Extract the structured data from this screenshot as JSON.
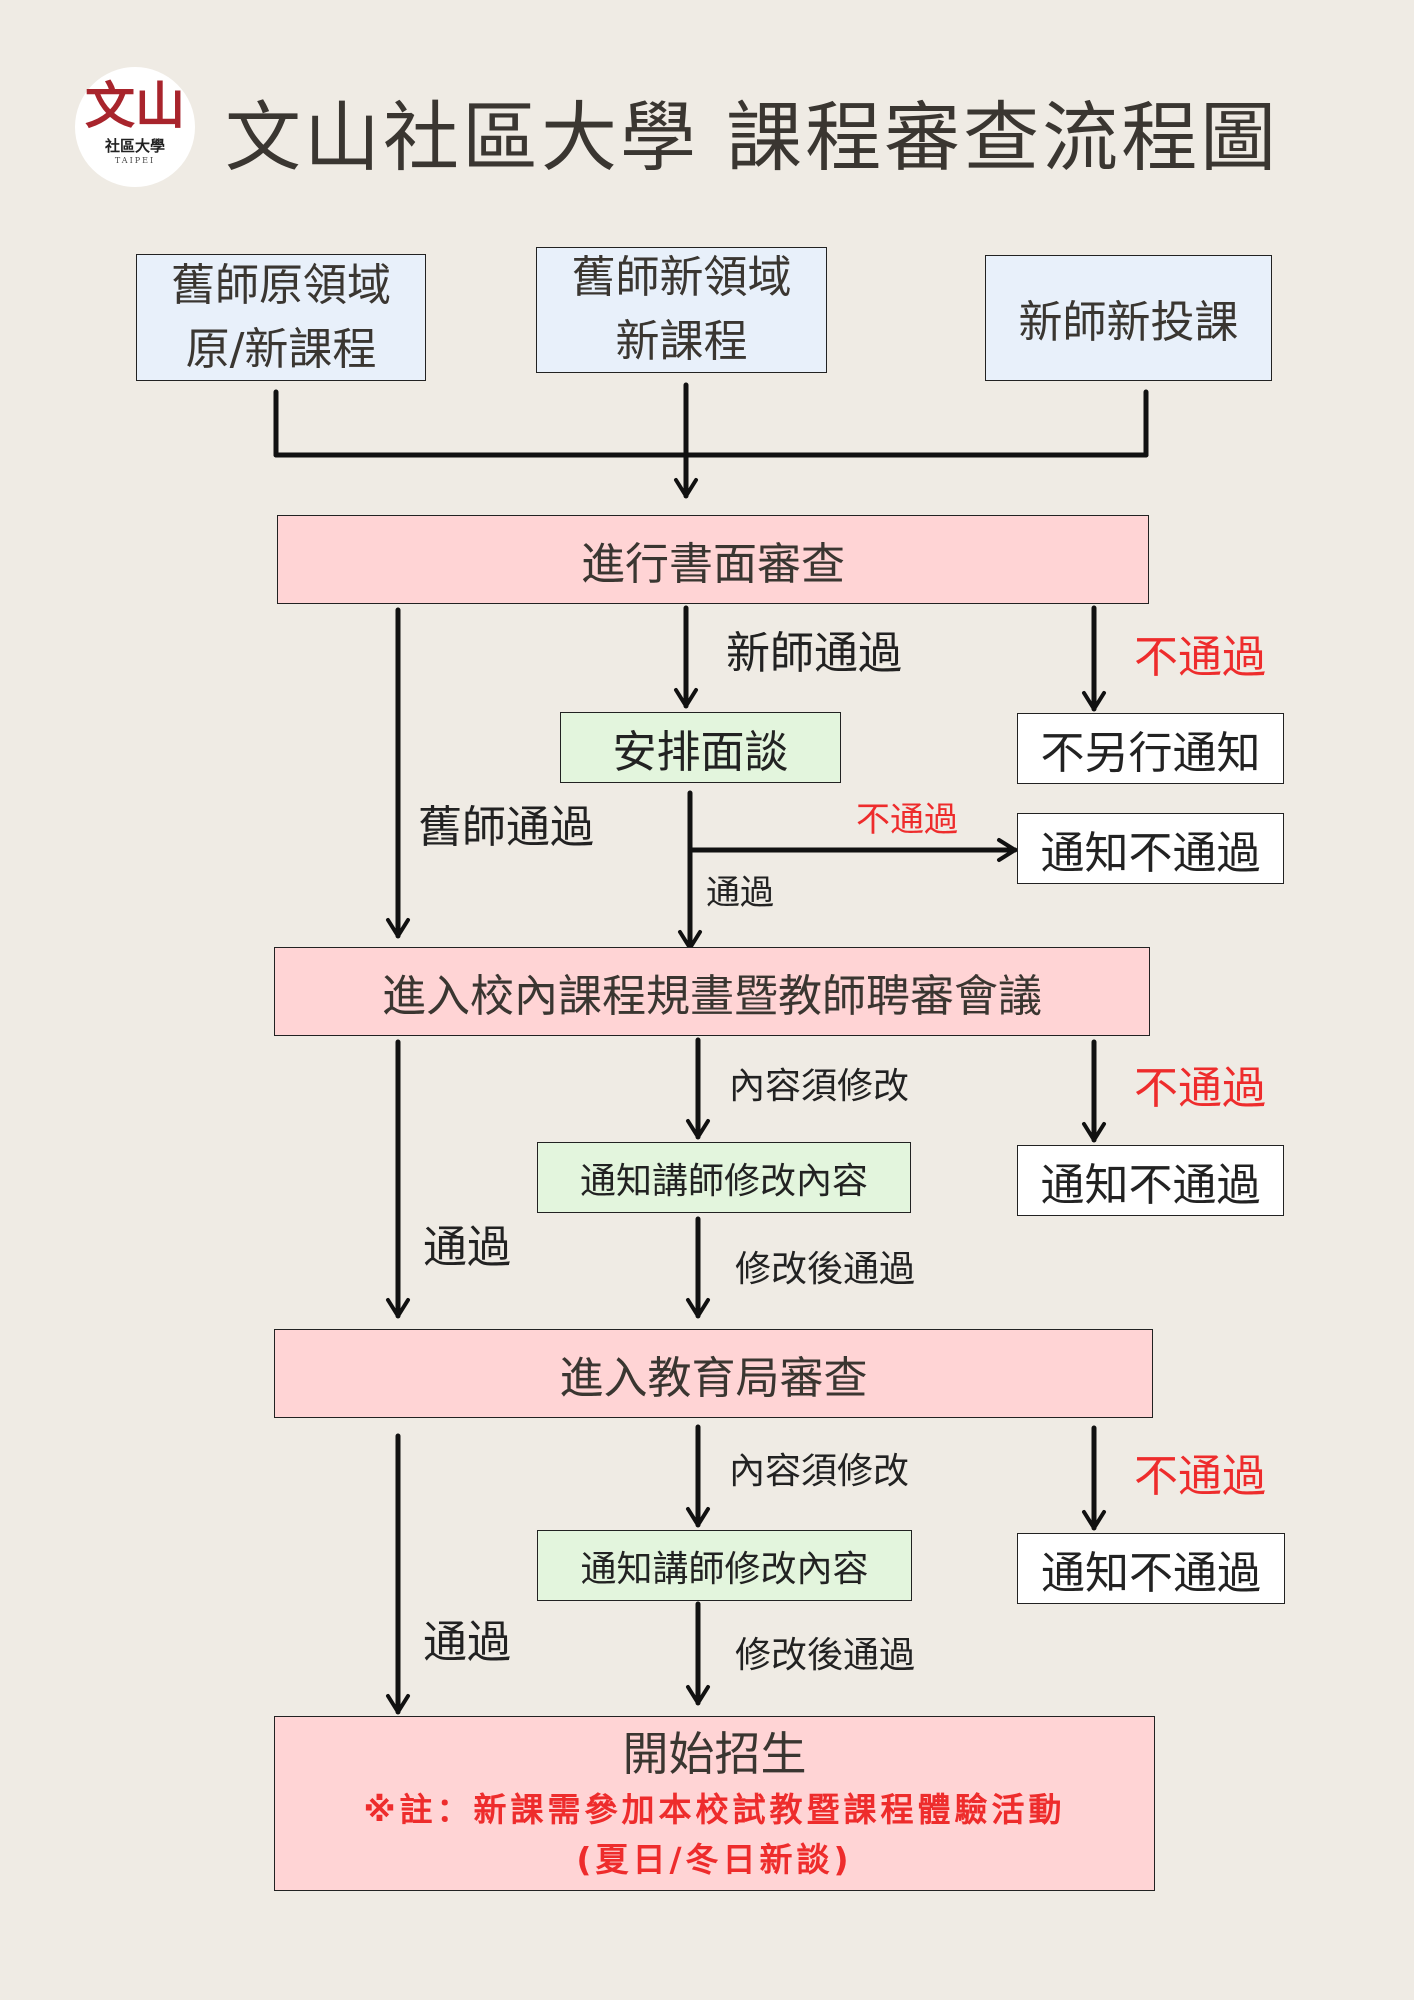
{
  "logo": {
    "mark": "文山",
    "name": "社區大學",
    "en": "TAIPEI"
  },
  "title": "文山社區大學 課程審查流程圖",
  "sources": [
    {
      "line1": "舊師原領域",
      "line2": "原/新課程"
    },
    {
      "line1": "舊師新領域",
      "line2": "新課程"
    },
    {
      "line1": "新師新投課",
      "line2": ""
    }
  ],
  "steps": {
    "document_review": "進行書面審查",
    "interview": "安排面談",
    "school_meeting": "進入校內課程規畫暨教師聘審會議",
    "notify_revise_1": "通知講師修改內容",
    "education_bureau": "進入教育局審查",
    "notify_revise_2": "通知講師修改內容",
    "enrollment": {
      "label": "開始招生",
      "note_line1": "※註：新課需參加本校試教暨課程體驗活動",
      "note_line2": "(夏日/冬日新談)"
    }
  },
  "outcomes": {
    "no_separate_notice": "不另行通知",
    "notify_fail_interview": "通知不通過",
    "notify_fail_meeting": "通知不通過",
    "notify_fail_bureau": "通知不通過"
  },
  "labels": {
    "new_teacher_pass": "新師通過",
    "old_teacher_pass": "舊師通過",
    "fail_1": "不通過",
    "fail_interview": "不通過",
    "pass_interview": "通過",
    "needs_revision_1": "內容須修改",
    "fail_2": "不通過",
    "pass_meeting": "通過",
    "revised_pass_1": "修改後通過",
    "needs_revision_2": "內容須修改",
    "fail_3": "不通過",
    "pass_bureau": "通過",
    "revised_pass_2": "修改後通過"
  },
  "colors": {
    "background": "#efebe4",
    "source_box": "#e8f0fa",
    "stage_box": "#ffd4d5",
    "action_box": "#e3f5dd",
    "outcome_box": "#ffffff",
    "fail_text": "#ee2c2c",
    "logo_red": "#a8242c"
  }
}
